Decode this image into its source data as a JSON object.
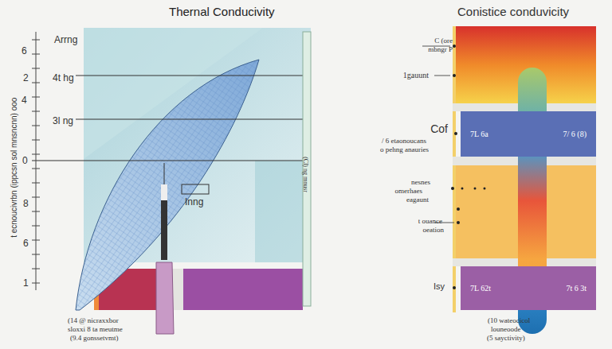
{
  "diagram": {
    "title": "Thernal Conducivity",
    "nodes": [
      {
        "text": [
          "7L 6a",
          "7/ 6 (8)"
        ]
      },
      {
        "text": [
          "7L 62t",
          "7t 6 3t"
        ]
      }
    ],
    "labels": [
      "Conistice conduvicity",
      "6",
      "2",
      "4",
      "0",
      "8",
      "6",
      "1",
      "Arrng",
      "4t hg",
      "3l ng",
      "Inng",
      "t ecnoucivrbn (ippcsn sol mnsncnn) ooo",
      "(14 @ nicraxxbor",
      "sloxxi 8 ta meutme",
      "(9.4 gonssetvmt)",
      "C (ore",
      "mbngr P",
      "1gauunt",
      "Cof",
      "/ 6 etaonoucans",
      "o pehng anauries",
      "nesnes",
      "omerhaes",
      "eagaunt",
      "t ouance",
      "oeation",
      "Isy",
      "(10 wateocicol",
      "louneoode",
      "(5 sayctivity)",
      "(Cl) ng mnusr"
    ]
  }
}
